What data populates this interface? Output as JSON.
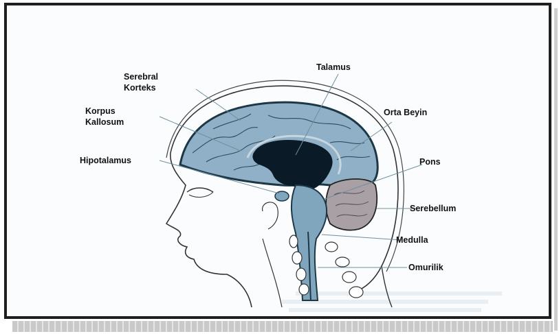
{
  "labels": {
    "serebral_korteks": [
      "Serebral",
      "Korteks"
    ],
    "korpus_kallosum": [
      "Korpus",
      "Kallosum"
    ],
    "hipotalamus": "Hipotalamus",
    "talamus": "Talamus",
    "orta_beyin": "Orta Beyin",
    "pons": "Pons",
    "serebellum": "Serebellum",
    "medulla": "Medulla",
    "omurilik": "Omurilik"
  },
  "colors": {
    "frame": "#1f1f1f",
    "brain_fill": "#8fb0c6",
    "ventricle": "#0a1a26",
    "cerebellum": "#a8a0a4",
    "stem": "#7fa6bd",
    "pointer_line": "#6f8f9f"
  }
}
